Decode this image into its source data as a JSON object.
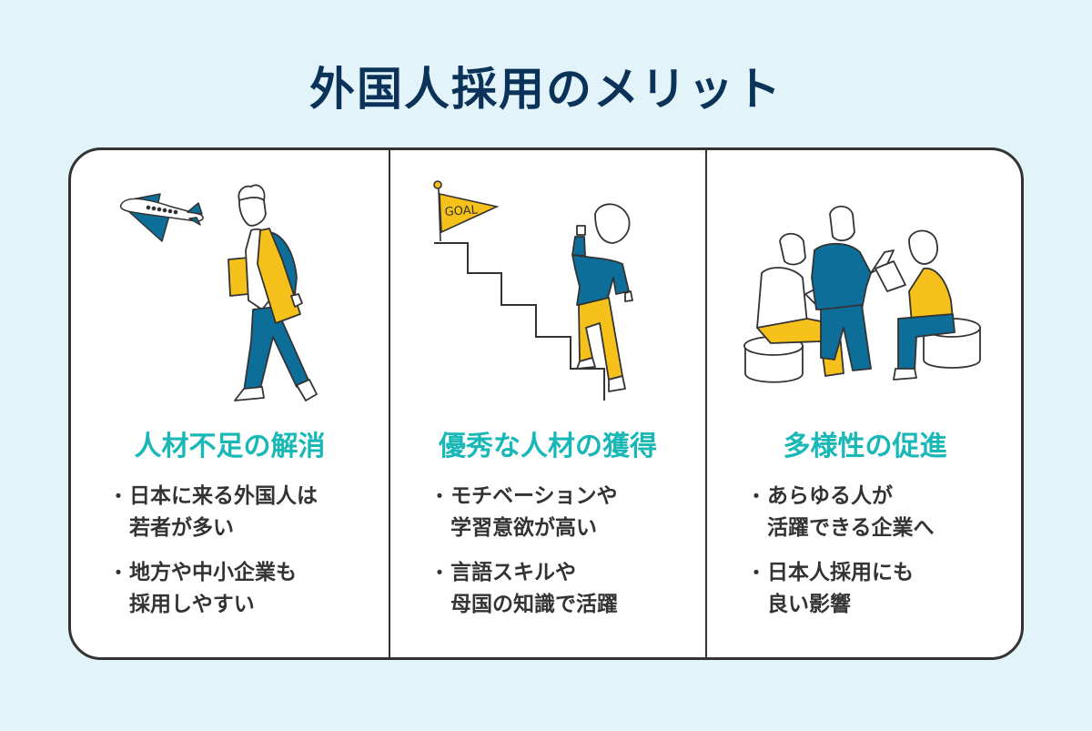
{
  "title": "外国人採用のメリット",
  "colors": {
    "background": "#e2f4f9",
    "title": "#0b3359",
    "heading": "#19b8b6",
    "body_text": "#333333",
    "accent_blue": "#0e6e9a",
    "accent_yellow": "#f5c11a"
  },
  "columns": [
    {
      "illustration": "man-walking-with-airplane",
      "heading": "人材不足の解消",
      "bullets": [
        {
          "mark": "・",
          "line1": "日本に来る外国人は",
          "line2": "若者が多い"
        },
        {
          "mark": "・",
          "line1": "地方や中小企業も",
          "line2": "採用しやすい"
        }
      ]
    },
    {
      "illustration": "woman-climbing-stairs-to-goal",
      "flag_text": "GOAL",
      "heading": "優秀な人材の獲得",
      "bullets": [
        {
          "mark": "・",
          "line1": "モチベーションや",
          "line2": "学習意欲が高い"
        },
        {
          "mark": "・",
          "line1": "言語スキルや",
          "line2": "母国の知識で活躍"
        }
      ]
    },
    {
      "illustration": "three-people-discussing",
      "heading": "多様性の促進",
      "bullets": [
        {
          "mark": "・",
          "line1": "あらゆる人が",
          "line2": "活躍できる企業へ"
        },
        {
          "mark": "・",
          "line1": "日本人採用にも",
          "line2": "良い影響"
        }
      ]
    }
  ]
}
